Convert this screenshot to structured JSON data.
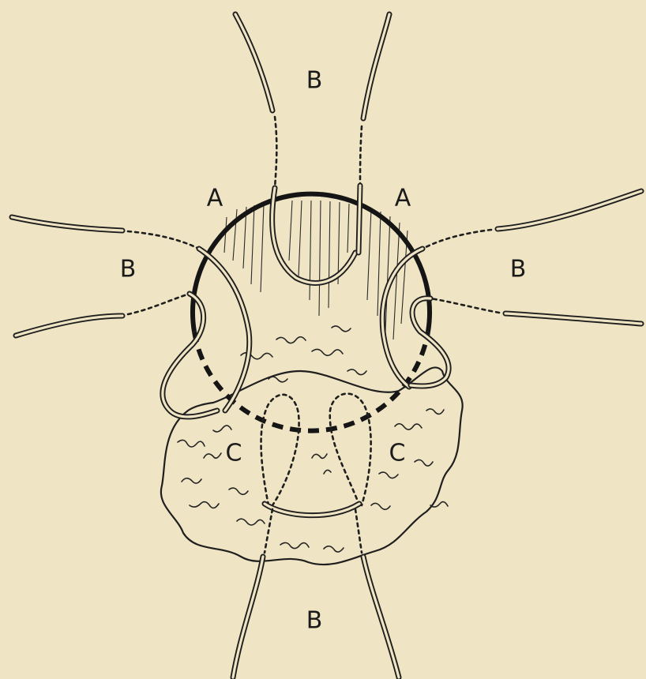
{
  "labels": {
    "a_left": "A",
    "a_right": "A",
    "b_top": "B",
    "b_left": "B",
    "b_right": "B",
    "b_bottom": "B",
    "c_left": "C",
    "c_right": "C"
  },
  "colors": {
    "paper": "#efe4c3",
    "ink": "#1f1f1f"
  }
}
